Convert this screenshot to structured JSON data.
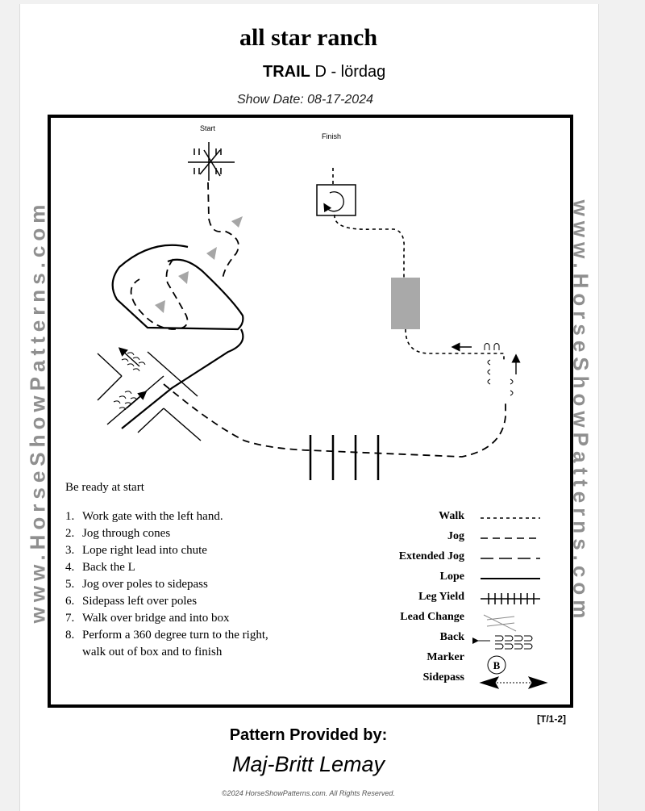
{
  "header": {
    "title": "all star ranch",
    "class_name": "TRAIL",
    "class_detail": "D - lördag",
    "show_date": "Show Date: 08-17-2024"
  },
  "watermark": "www.HorseShowPatterns.com",
  "arena": {
    "start_label": "Start",
    "finish_label": "Finish"
  },
  "instructions": {
    "intro": "Be ready at start",
    "steps": [
      {
        "num": "1.",
        "text": "Work gate with the left hand."
      },
      {
        "num": "2.",
        "text": "Jog through cones"
      },
      {
        "num": "3.",
        "text": "Lope right lead into chute"
      },
      {
        "num": "4.",
        "text": "Back the L"
      },
      {
        "num": "5.",
        "text": "Jog over poles to sidepass"
      },
      {
        "num": "6.",
        "text": "Sidepass left over poles"
      },
      {
        "num": "7.",
        "text": "Walk over bridge and into box"
      },
      {
        "num": "8.",
        "text": "Perform a 360 degree turn to the right,",
        "cont": "walk out of box and to finish"
      }
    ]
  },
  "legend": {
    "walk": "Walk",
    "jog": "Jog",
    "extended_jog": "Extended Jog",
    "lope": "Lope",
    "leg_yield": "Leg Yield",
    "lead_change": "Lead Change",
    "back": "Back",
    "marker": "Marker",
    "marker_letter": "B",
    "sidepass": "Sidepass"
  },
  "footer": {
    "pattern_ref": "[T/1-2]",
    "provided_by": "Pattern Provided by:",
    "author": "Maj-Britt Lemay",
    "copyright": "©2024 HorseShowPatterns.com. All Rights Reserved."
  },
  "colors": {
    "bridge": "#a9a9a9",
    "cone": "#a6a6a6",
    "watermark": "#8f8f8f"
  }
}
